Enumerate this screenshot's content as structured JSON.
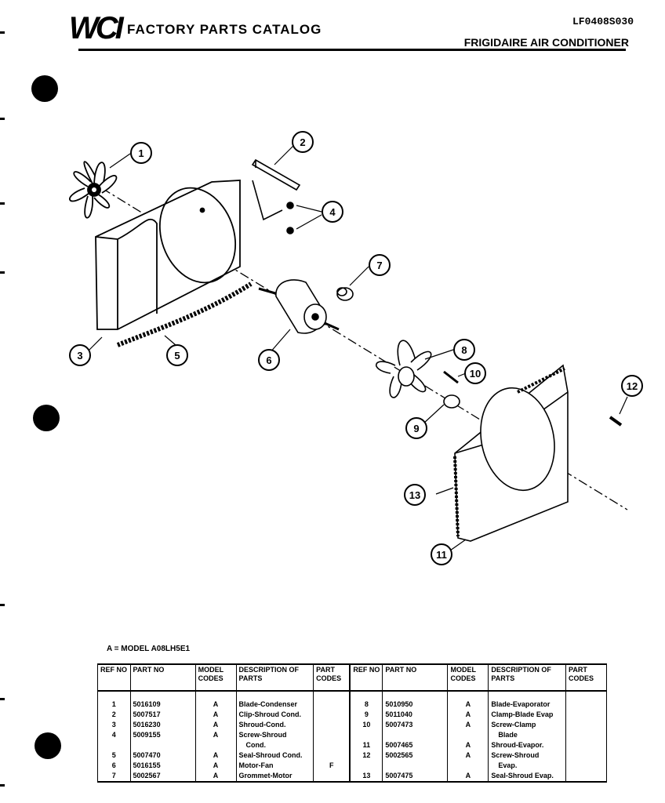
{
  "header": {
    "logo": "WCI",
    "catalog_title": "FACTORY PARTS CATALOG",
    "model_number": "LF0408S030",
    "product_line": "FRIGIDAIRE AIR CONDITIONER"
  },
  "diagram": {
    "callouts": [
      "1",
      "2",
      "3",
      "4",
      "5",
      "6",
      "7",
      "8",
      "9",
      "10",
      "11",
      "12",
      "13"
    ]
  },
  "model_key": "A = MODEL A08LH5E1",
  "table": {
    "headers": {
      "ref": "REF NO",
      "part": "PART NO",
      "model": "MODEL CODES",
      "desc": "DESCRIPTION OF PARTS",
      "codes": "PART CODES"
    },
    "left_rows": [
      {
        "ref": "1",
        "part": "5016109",
        "model": "A",
        "desc": "Blade-Condenser",
        "codes": ""
      },
      {
        "ref": "2",
        "part": "5007517",
        "model": "A",
        "desc": "Clip-Shroud Cond.",
        "codes": ""
      },
      {
        "ref": "3",
        "part": "5016230",
        "model": "A",
        "desc": "Shroud-Cond.",
        "codes": ""
      },
      {
        "ref": "4",
        "part": "5009155",
        "model": "A",
        "desc": "Screw-Shroud",
        "codes": ""
      },
      {
        "ref": "",
        "part": "",
        "model": "",
        "desc": "Cond.",
        "codes": ""
      },
      {
        "ref": "5",
        "part": "5007470",
        "model": "A",
        "desc": "Seal-Shroud Cond.",
        "codes": ""
      },
      {
        "ref": "6",
        "part": "5016155",
        "model": "A",
        "desc": "Motor-Fan",
        "codes": "F"
      },
      {
        "ref": "7",
        "part": "5002567",
        "model": "A",
        "desc": "Grommet-Motor",
        "codes": ""
      }
    ],
    "right_rows": [
      {
        "ref": "8",
        "part": "5010950",
        "model": "A",
        "desc": "Blade-Evaporator",
        "codes": ""
      },
      {
        "ref": "9",
        "part": "5011040",
        "model": "A",
        "desc": "Clamp-Blade Evap",
        "codes": ""
      },
      {
        "ref": "10",
        "part": "5007473",
        "model": "A",
        "desc": "Screw-Clamp",
        "codes": ""
      },
      {
        "ref": "",
        "part": "",
        "model": "",
        "desc": "Blade",
        "codes": ""
      },
      {
        "ref": "11",
        "part": "5007465",
        "model": "A",
        "desc": "Shroud-Evapor.",
        "codes": ""
      },
      {
        "ref": "12",
        "part": "5002565",
        "model": "A",
        "desc": "Screw-Shroud",
        "codes": ""
      },
      {
        "ref": "",
        "part": "",
        "model": "",
        "desc": "Evap.",
        "codes": ""
      },
      {
        "ref": "13",
        "part": "5007475",
        "model": "A",
        "desc": "Seal-Shroud Evap.",
        "codes": ""
      }
    ]
  }
}
